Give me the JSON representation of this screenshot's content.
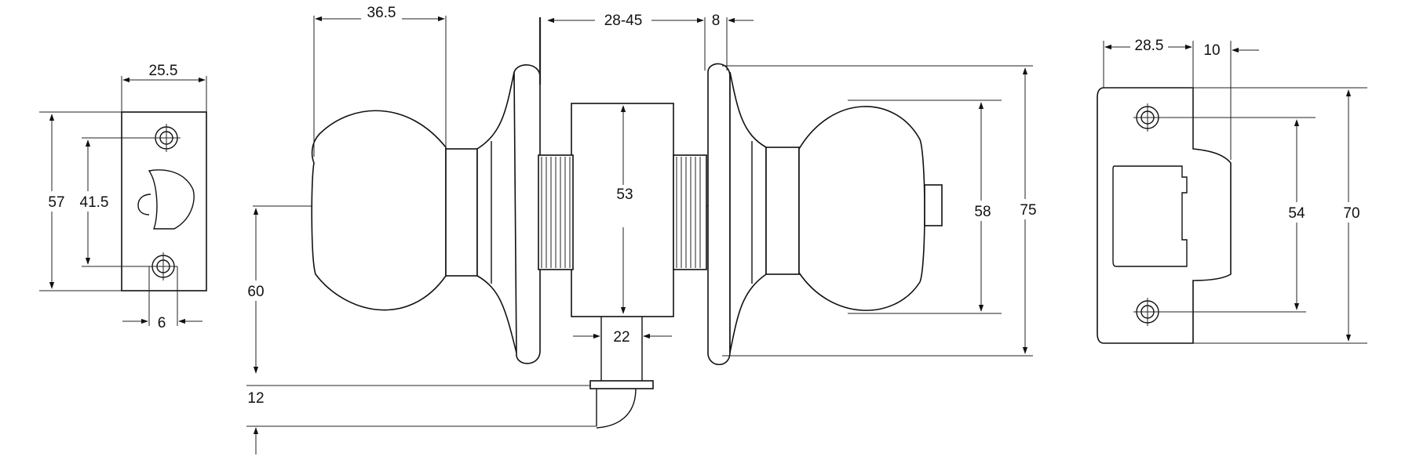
{
  "drawing": {
    "latch": {
      "faceplate_width": "25.5",
      "faceplate_height": "57",
      "hole_spacing": "41.5",
      "hole_offset": "6"
    },
    "knobset": {
      "knob_depth": "36.5",
      "door_thickness": "28-45",
      "rose_gap": "8",
      "spindle_height": "53",
      "backset": "60",
      "tail_width": "22",
      "tail_offset": "12",
      "knob_diameter": "58",
      "rose_diameter": "75"
    },
    "strike": {
      "width": "28.5",
      "lip": "10",
      "hole_spacing": "54",
      "height": "70"
    }
  },
  "colors": {
    "line": "#111111",
    "background": "#ffffff"
  }
}
